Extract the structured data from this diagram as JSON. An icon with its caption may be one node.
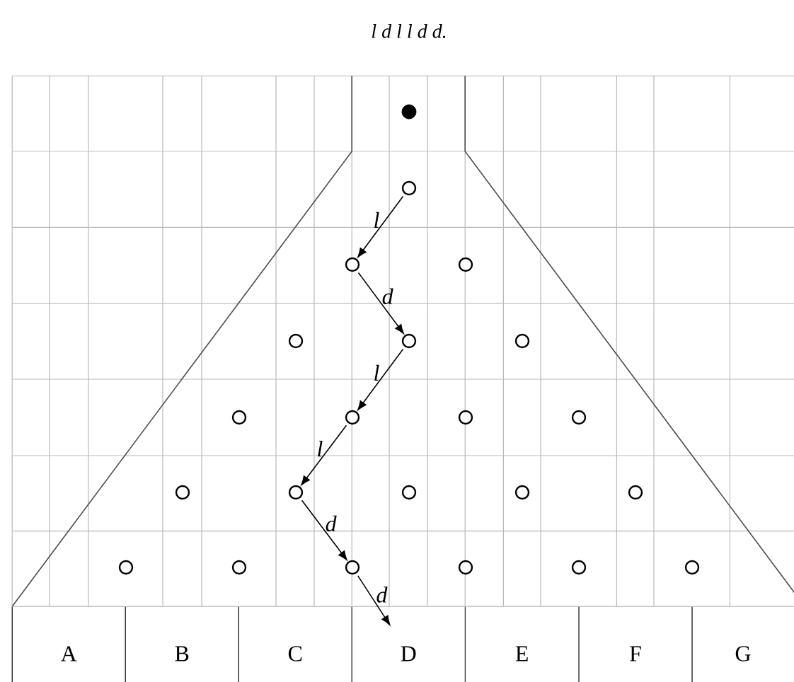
{
  "diagram": {
    "title": "l d l l d d.",
    "nodes": [
      {
        "text": [],
        "shape": "dot"
      },
      {
        "text": [],
        "shape": "circle"
      },
      {
        "text": [],
        "shape": "circle"
      },
      {
        "text": [],
        "shape": "circle"
      },
      {
        "text": [],
        "shape": "circle"
      },
      {
        "text": [],
        "shape": "circle"
      },
      {
        "text": [],
        "shape": "circle"
      },
      {
        "text": [],
        "shape": "circle"
      },
      {
        "text": [],
        "shape": "circle"
      },
      {
        "text": [],
        "shape": "circle"
      },
      {
        "text": [],
        "shape": "circle"
      },
      {
        "text": [],
        "shape": "circle"
      },
      {
        "text": [],
        "shape": "circle"
      },
      {
        "text": [],
        "shape": "circle"
      },
      {
        "text": [],
        "shape": "circle"
      },
      {
        "text": [],
        "shape": "circle"
      },
      {
        "text": [],
        "shape": "circle"
      },
      {
        "text": [],
        "shape": "circle"
      },
      {
        "text": [],
        "shape": "circle"
      },
      {
        "text": [],
        "shape": "circle"
      },
      {
        "text": [],
        "shape": "circle"
      },
      {
        "text": [],
        "shape": "circle"
      },
      {
        "text": [
          "A"
        ]
      },
      {
        "text": [
          "B"
        ]
      },
      {
        "text": [
          "C"
        ]
      },
      {
        "text": [
          "D"
        ]
      },
      {
        "text": [
          "E"
        ]
      },
      {
        "text": [
          "F"
        ]
      },
      {
        "text": [
          "G"
        ]
      }
    ],
    "edges": [
      {
        "from": 1,
        "to": 2,
        "arrow": "to",
        "label": "l"
      },
      {
        "from": 2,
        "to": 5,
        "arrow": "to",
        "label": "d"
      },
      {
        "from": 5,
        "to": 8,
        "arrow": "to",
        "label": "l"
      },
      {
        "from": 8,
        "to": 12,
        "arrow": "to",
        "label": "l"
      },
      {
        "from": 12,
        "to": 18,
        "arrow": "to",
        "label": "d"
      },
      {
        "from": 18,
        "to": 25,
        "arrow": "to",
        "label": "d"
      }
    ]
  }
}
